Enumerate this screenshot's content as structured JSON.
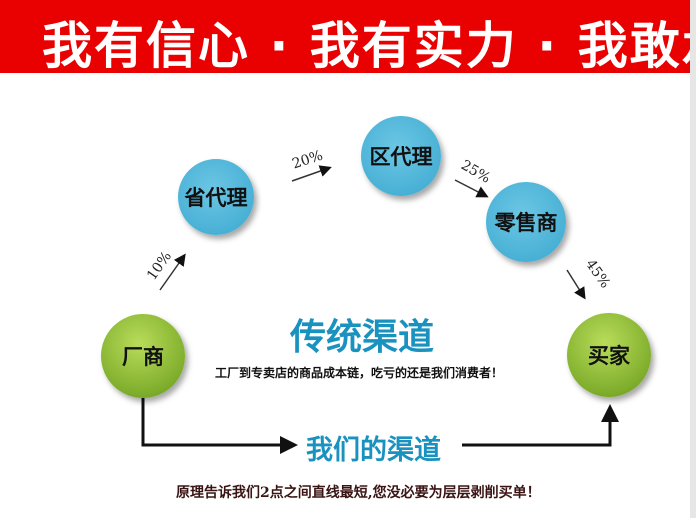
{
  "banner": {
    "text": "我有信心 · 我有实力 · 我敢承诺"
  },
  "nodes": {
    "province": "省代理",
    "district": "区代理",
    "retail": "零售商",
    "factory": "厂商",
    "buyer": "买家"
  },
  "percents": {
    "p1": "10%",
    "p2": "20%",
    "p3": "25%",
    "p4": "45%"
  },
  "traditional": {
    "title": "传统渠道",
    "desc": "工厂到专卖店的商品成本链，吃亏的还是我们消费者！"
  },
  "ours": {
    "title": "我们的渠道"
  },
  "footer": "原理告诉我们2点之间直线最短,您没必要为层层剥削买单！",
  "colors": {
    "banner": "#e90000",
    "blue": "#4fb3d6",
    "green": "#8fbf34",
    "title": "#1a92bf"
  }
}
